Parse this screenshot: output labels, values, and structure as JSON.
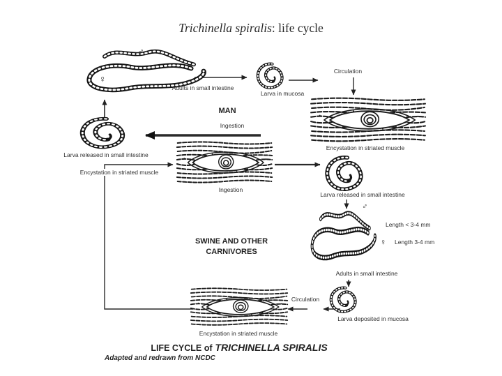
{
  "title": {
    "species_italic": "Trichinella spiralis",
    "suffix": ": life cycle"
  },
  "cycle": {
    "man_section": {
      "host": "MAN",
      "adults_label": "Adults in small intestine",
      "larva_mucosa_label": "Larva in mucosa",
      "circulation_label": "Circulation",
      "encystation_label": "Encystation in striated muscle",
      "ingestion_label": "Ingestion",
      "larva_released_label": "Larva released in small intestine",
      "encystation_left_label": "Encystation in striated muscle"
    },
    "swine_section": {
      "host_line1": "SWINE AND OTHER",
      "host_line2": "CARNIVORES",
      "ingestion_label": "Ingestion",
      "larva_released_label": "Larva released in small intestine",
      "male_length_label": "Length < 3-4 mm",
      "female_length_label": "Length 3-4 mm",
      "adults_label": "Adults in small intestine",
      "circulation_label": "Circulation",
      "larva_deposited_label": "Larva deposited in mucosa",
      "encystation_label": "Encystation in striated muscle"
    },
    "symbols": {
      "male": "♂",
      "female": "♀"
    }
  },
  "footer": {
    "caption_prefix": "LIFE CYCLE of",
    "caption_species": " TRICHINELLA SPIRALIS",
    "credit": "Adapted and redrawn from NCDC"
  },
  "colors": {
    "ink": "#1c1c1c",
    "label_text": "#2e2e2e"
  }
}
